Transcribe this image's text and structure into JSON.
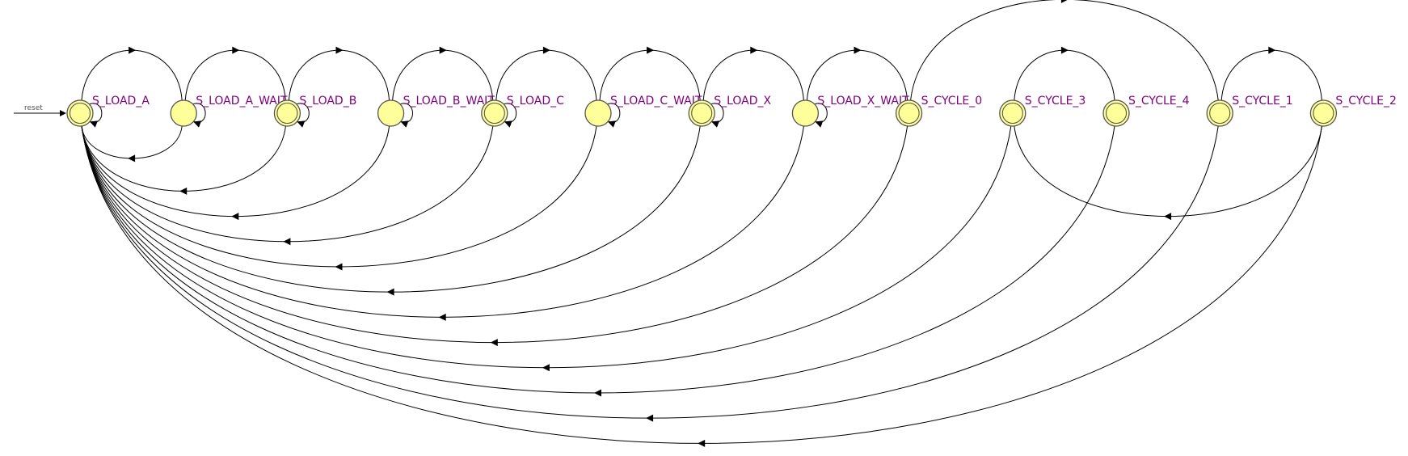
{
  "diagram": {
    "reset_label": "reset",
    "colors": {
      "line": "#000000",
      "state_fill": "#ffff99",
      "state_stroke": "#555555",
      "label": "#800080"
    },
    "states": [
      {
        "id": "S_LOAD_A",
        "label": "S_LOAD_A",
        "initial": true,
        "final_ring": true
      },
      {
        "id": "S_LOAD_A_WAIT",
        "label": "S_LOAD_A_WAIT",
        "initial": false,
        "final_ring": false
      },
      {
        "id": "S_LOAD_B",
        "label": "S_LOAD_B",
        "initial": false,
        "final_ring": true
      },
      {
        "id": "S_LOAD_B_WAIT",
        "label": "S_LOAD_B_WAIT",
        "initial": false,
        "final_ring": false
      },
      {
        "id": "S_LOAD_C",
        "label": "S_LOAD_C",
        "initial": false,
        "final_ring": true
      },
      {
        "id": "S_LOAD_C_WAIT",
        "label": "S_LOAD_C_WAIT",
        "initial": false,
        "final_ring": false
      },
      {
        "id": "S_LOAD_X",
        "label": "S_LOAD_X",
        "initial": false,
        "final_ring": true
      },
      {
        "id": "S_LOAD_X_WAIT",
        "label": "S_LOAD_X_WAIT",
        "initial": false,
        "final_ring": false
      },
      {
        "id": "S_CYCLE_0",
        "label": "S_CYCLE_0",
        "initial": false,
        "final_ring": true
      },
      {
        "id": "S_CYCLE_3",
        "label": "S_CYCLE_3",
        "initial": false,
        "final_ring": true
      },
      {
        "id": "S_CYCLE_4",
        "label": "S_CYCLE_4",
        "initial": false,
        "final_ring": true
      },
      {
        "id": "S_CYCLE_1",
        "label": "S_CYCLE_1",
        "initial": false,
        "final_ring": true
      },
      {
        "id": "S_CYCLE_2",
        "label": "S_CYCLE_2",
        "initial": false,
        "final_ring": true
      }
    ],
    "transitions": [
      {
        "from": "S_LOAD_A",
        "to": "S_LOAD_A"
      },
      {
        "from": "S_LOAD_A_WAIT",
        "to": "S_LOAD_A_WAIT"
      },
      {
        "from": "S_LOAD_B",
        "to": "S_LOAD_B"
      },
      {
        "from": "S_LOAD_B_WAIT",
        "to": "S_LOAD_B_WAIT"
      },
      {
        "from": "S_LOAD_C",
        "to": "S_LOAD_C"
      },
      {
        "from": "S_LOAD_C_WAIT",
        "to": "S_LOAD_C_WAIT"
      },
      {
        "from": "S_LOAD_X",
        "to": "S_LOAD_X"
      },
      {
        "from": "S_LOAD_X_WAIT",
        "to": "S_LOAD_X_WAIT"
      },
      {
        "from": "S_LOAD_A",
        "to": "S_LOAD_A_WAIT"
      },
      {
        "from": "S_LOAD_A_WAIT",
        "to": "S_LOAD_B"
      },
      {
        "from": "S_LOAD_B",
        "to": "S_LOAD_B_WAIT"
      },
      {
        "from": "S_LOAD_B_WAIT",
        "to": "S_LOAD_C"
      },
      {
        "from": "S_LOAD_C",
        "to": "S_LOAD_C_WAIT"
      },
      {
        "from": "S_LOAD_C_WAIT",
        "to": "S_LOAD_X"
      },
      {
        "from": "S_LOAD_X",
        "to": "S_LOAD_X_WAIT"
      },
      {
        "from": "S_LOAD_X_WAIT",
        "to": "S_CYCLE_0"
      },
      {
        "from": "S_CYCLE_0",
        "to": "S_CYCLE_1"
      },
      {
        "from": "S_CYCLE_3",
        "to": "S_CYCLE_4"
      },
      {
        "from": "S_CYCLE_1",
        "to": "S_CYCLE_2"
      },
      {
        "from": "S_CYCLE_2",
        "to": "S_CYCLE_3"
      },
      {
        "from": "S_LOAD_A_WAIT",
        "to": "S_LOAD_A"
      },
      {
        "from": "S_LOAD_B",
        "to": "S_LOAD_A"
      },
      {
        "from": "S_LOAD_B_WAIT",
        "to": "S_LOAD_A"
      },
      {
        "from": "S_LOAD_C",
        "to": "S_LOAD_A"
      },
      {
        "from": "S_LOAD_C_WAIT",
        "to": "S_LOAD_A"
      },
      {
        "from": "S_LOAD_X",
        "to": "S_LOAD_A"
      },
      {
        "from": "S_LOAD_X_WAIT",
        "to": "S_LOAD_A"
      },
      {
        "from": "S_CYCLE_0",
        "to": "S_LOAD_A"
      },
      {
        "from": "S_CYCLE_3",
        "to": "S_LOAD_A"
      },
      {
        "from": "S_CYCLE_4",
        "to": "S_LOAD_A"
      },
      {
        "from": "S_CYCLE_1",
        "to": "S_LOAD_A"
      },
      {
        "from": "S_CYCLE_2",
        "to": "S_LOAD_A"
      }
    ]
  }
}
